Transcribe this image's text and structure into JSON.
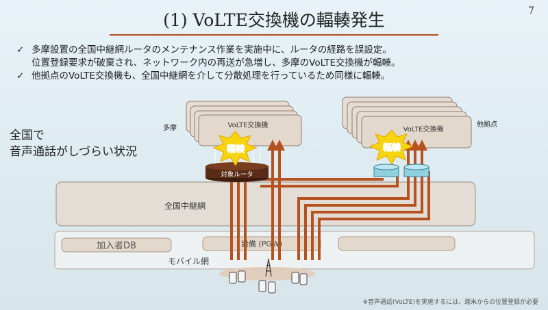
{
  "page_number": "7",
  "title": "(1) VoLTE交換機の輻輳発生",
  "bullets": [
    {
      "lines": [
        "多摩設置の全国中継網ルータのメンテナンス作業を実施中に、ルータの経路を誤設定。",
        "位置登録要求が破棄され、ネットワーク内の再送が急増し、多摩のVoLTE交換機が輻輳。"
      ]
    },
    {
      "lines": [
        "他拠点のVoLTE交換機も、全国中継網を介して分散処理を行っているため同様に輻輳。"
      ]
    }
  ],
  "check_mark": "✓",
  "left_note": {
    "line1": "全国で",
    "line2": "音声通話がしづらい状況"
  },
  "diagram": {
    "tama_label": "多摩",
    "other_label": "他拠点",
    "volte_label": "VoLTE交換機",
    "burst_label": "輻輳",
    "router_label": "対象ルータ",
    "backbone_label": "全国中継網",
    "subscriber_db_label": "加入者DB",
    "pgw_label": "設備 (PGW)",
    "mobile_label": "モバイル網"
  },
  "footnote": "※音声通話(VoLTE)を実施するには、端末からの位置登録が必要",
  "colors": {
    "accent": "#b14a1b",
    "box": "#e3d8cc",
    "router": "#5a2b16",
    "arrow": "#b5521f",
    "burst": "#f6d40f"
  }
}
